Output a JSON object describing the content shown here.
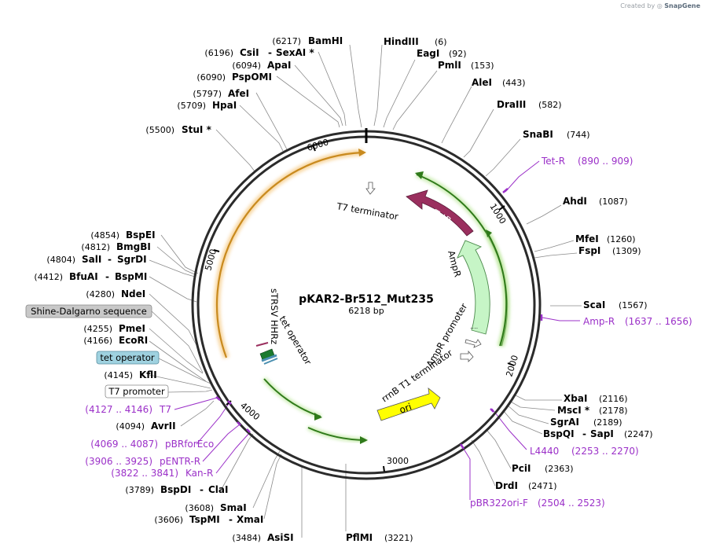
{
  "credit": {
    "prefix": "Created by",
    "brand": "SnapGene"
  },
  "plasmid": {
    "name": "pKAR2-Br512_Mut235",
    "length_label": "6218 bp"
  },
  "ticks": [
    "1000",
    "2000",
    "3000",
    "4000",
    "5000",
    "6000"
  ],
  "features": {
    "tetr": "TetR",
    "ampr": "AmpR",
    "ampr_promoter": "AmpR promoter",
    "rrnb": "rrnB T1 terminator",
    "ori": "ori",
    "t7_terminator": "T7 terminator",
    "strsv": "sTRSV HHRz",
    "tet_operator": "tet operator",
    "ampr_dots": "...."
  },
  "right_sites": [
    {
      "name": "HindIII",
      "pos": "(6)"
    },
    {
      "name": "EagI",
      "pos": "(92)"
    },
    {
      "name": "PmlI",
      "pos": "(153)"
    },
    {
      "name": "AleI",
      "pos": "(443)"
    },
    {
      "name": "DraIII",
      "pos": "(582)"
    },
    {
      "name": "SnaBI",
      "pos": "(744)"
    },
    {
      "name": "AhdI",
      "pos": "(1087)"
    },
    {
      "name": "MfeI",
      "pos": "(1260)"
    },
    {
      "name": "FspI",
      "pos": "(1309)"
    },
    {
      "name": "ScaI",
      "pos": "(1567)"
    },
    {
      "name": "XbaI",
      "pos": "(2116)"
    },
    {
      "name": "MscI *",
      "pos": "(2178)"
    },
    {
      "name": "SgrAI",
      "pos": "(2189)"
    },
    {
      "name": "BspQI",
      "name2": "SapI",
      "pos": "(2247)"
    },
    {
      "name": "PciI",
      "pos": "(2363)"
    },
    {
      "name": "DrdI",
      "pos": "(2471)"
    },
    {
      "name": "PflMI",
      "pos": "(3221)"
    }
  ],
  "left_sites": [
    {
      "pos": "(6217)",
      "name": "BamHI"
    },
    {
      "pos": "(6196)",
      "name": "CsiI",
      "name2": "SexAI *"
    },
    {
      "pos": "(6094)",
      "name": "ApaI"
    },
    {
      "pos": "(6090)",
      "name": "PspOMI"
    },
    {
      "pos": "(5797)",
      "name": "AfeI"
    },
    {
      "pos": "(5709)",
      "name": "HpaI"
    },
    {
      "pos": "(5500)",
      "name": "StuI *"
    },
    {
      "pos": "(4854)",
      "name": "BspEI"
    },
    {
      "pos": "(4812)",
      "name": "BmgBI"
    },
    {
      "pos": "(4804)",
      "name": "SalI",
      "name2": "SgrDI"
    },
    {
      "pos": "(4412)",
      "name": "BfuAI",
      "name2": "BspMI"
    },
    {
      "pos": "(4280)",
      "name": "NdeI"
    },
    {
      "pos": "(4255)",
      "name": "PmeI"
    },
    {
      "pos": "(4166)",
      "name": "EcoRI"
    },
    {
      "pos": "(4145)",
      "name": "KflI"
    },
    {
      "pos": "(4094)",
      "name": "AvrII"
    },
    {
      "pos": "(3789)",
      "name": "BspDI",
      "name2": "ClaI"
    },
    {
      "pos": "(3608)",
      "name": "SmaI"
    },
    {
      "pos": "(3606)",
      "name": "TspMI",
      "name2": "XmaI"
    },
    {
      "pos": "(3484)",
      "name": "AsiSI"
    }
  ],
  "primers": [
    {
      "name": "Tet-R",
      "range": "(890 .. 909)"
    },
    {
      "name": "Amp-R",
      "range": "(1637 .. 1656)"
    },
    {
      "name": "L4440",
      "range": "(2253 .. 2270)"
    },
    {
      "name": "pBR322ori-F",
      "range": "(2504 .. 2523)"
    },
    {
      "name": "T7",
      "range": "(4127 .. 4146)"
    },
    {
      "name": "pBRforEco",
      "range": "(4069 .. 4087)"
    },
    {
      "name": "pENTR-R",
      "range": "(3906 .. 3925)"
    },
    {
      "name": "Kan-R",
      "range": "(3822 .. 3841)"
    }
  ],
  "boxed_labels": [
    {
      "text": "Shine-Dalgarno sequence",
      "fill": "#c8c8c8"
    },
    {
      "text": "tet operator",
      "fill": "#9fd2e0"
    },
    {
      "text": "T7 promoter",
      "fill": "#ffffff"
    }
  ],
  "colors": {
    "backbone": "#2b2b2b",
    "tetr": "#9a2f5e",
    "ampr_fill": "#c6f5c6",
    "ampr_stroke": "#4c8a4c",
    "ori": "#ffff00",
    "orange_arc": "#f0a030",
    "green_arrow": "#2f7a1a",
    "primer": "#9b30c8"
  }
}
